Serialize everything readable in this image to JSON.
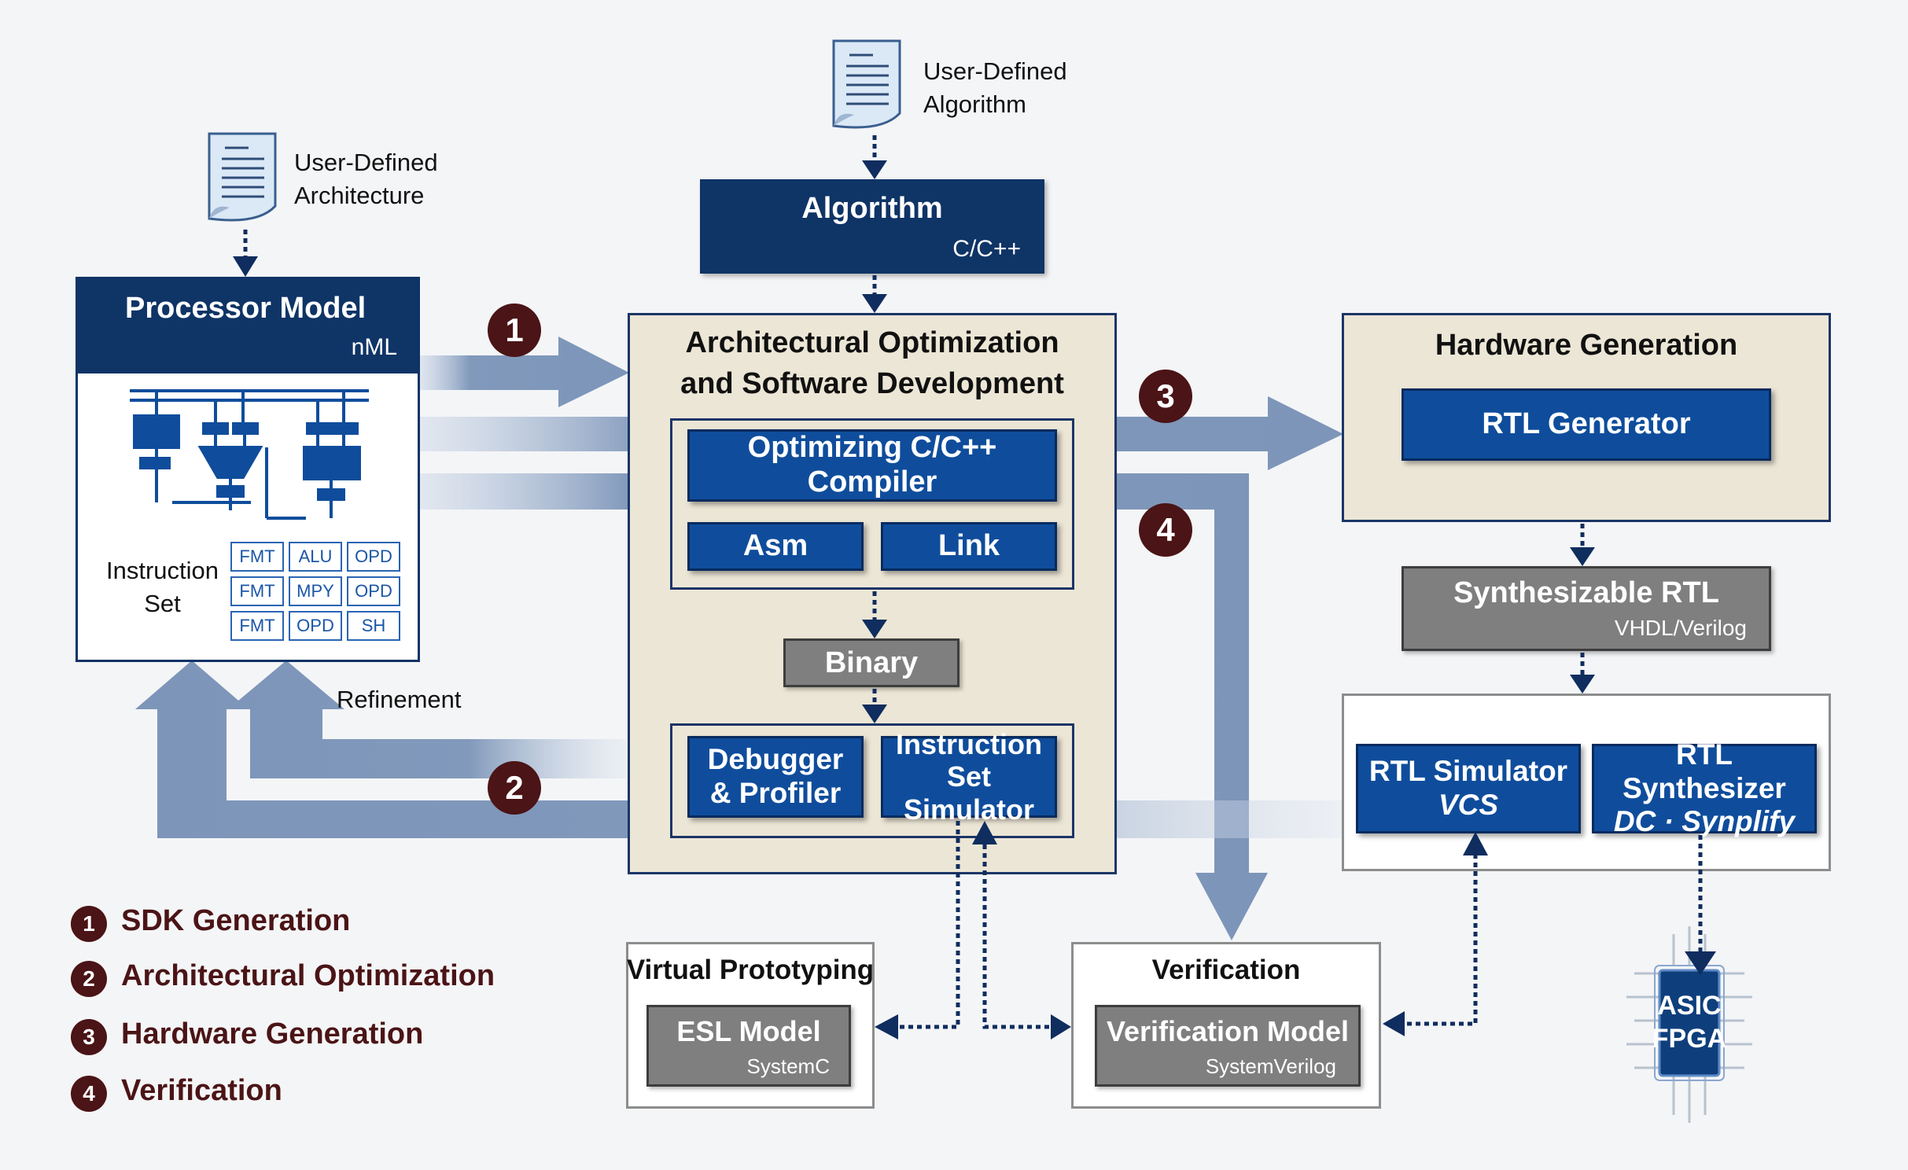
{
  "docs": {
    "architecture": [
      "User-Defined",
      "Architecture"
    ],
    "algorithm": [
      "User-Defined",
      "Algorithm"
    ]
  },
  "processor_model": {
    "title": "Processor Model",
    "lang": "nML",
    "isa_label": [
      "Instruction",
      "Set"
    ],
    "isa_rows": [
      [
        "FMT",
        "ALU",
        "OPD"
      ],
      [
        "FMT",
        "MPY",
        "OPD"
      ],
      [
        "FMT",
        "OPD",
        "SH"
      ]
    ]
  },
  "algorithm_box": {
    "title": "Algorithm",
    "lang": "C/C++"
  },
  "arch_opt": {
    "title": [
      "Architectural Optimization",
      "and Software Development"
    ],
    "compiler": "Optimizing C/C++ Compiler",
    "asm": "Asm",
    "link": "Link",
    "binary": "Binary",
    "debugger": [
      "Debugger",
      "& Profiler"
    ],
    "iss": [
      "Instruction Set",
      "Simulator"
    ]
  },
  "hw_gen": {
    "title": "Hardware Generation",
    "rtl_generator": "RTL Generator"
  },
  "synth_rtl": {
    "title": "Synthesizable RTL",
    "sub": "VHDL/Verilog"
  },
  "rtl_sim": {
    "title": "RTL Simulator",
    "tool": "VCS"
  },
  "rtl_synth": {
    "title": "RTL Synthesizer",
    "tool": "DC · Synplify"
  },
  "chip": [
    "ASIC",
    "FPGA"
  ],
  "virtual_proto": {
    "title": "Virtual Prototyping",
    "model": "ESL Model",
    "sub": "SystemC"
  },
  "verification": {
    "title": "Verification",
    "model": "Verification Model",
    "sub": "SystemVerilog"
  },
  "refinement": "Refinement",
  "flow_numbers": [
    "1",
    "2",
    "3",
    "4"
  ],
  "legend": [
    {
      "num": "1",
      "label": "SDK Generation"
    },
    {
      "num": "2",
      "label": "Architectural Optimization"
    },
    {
      "num": "3",
      "label": "Hardware Generation"
    },
    {
      "num": "4",
      "label": "Verification"
    }
  ],
  "colors": {
    "navy": "#0f3466",
    "blue": "#0f4d9c",
    "beige": "#ece6d6",
    "gray": "#7f7f7f",
    "maroon": "#4b1416",
    "flow": "#8097b8"
  }
}
